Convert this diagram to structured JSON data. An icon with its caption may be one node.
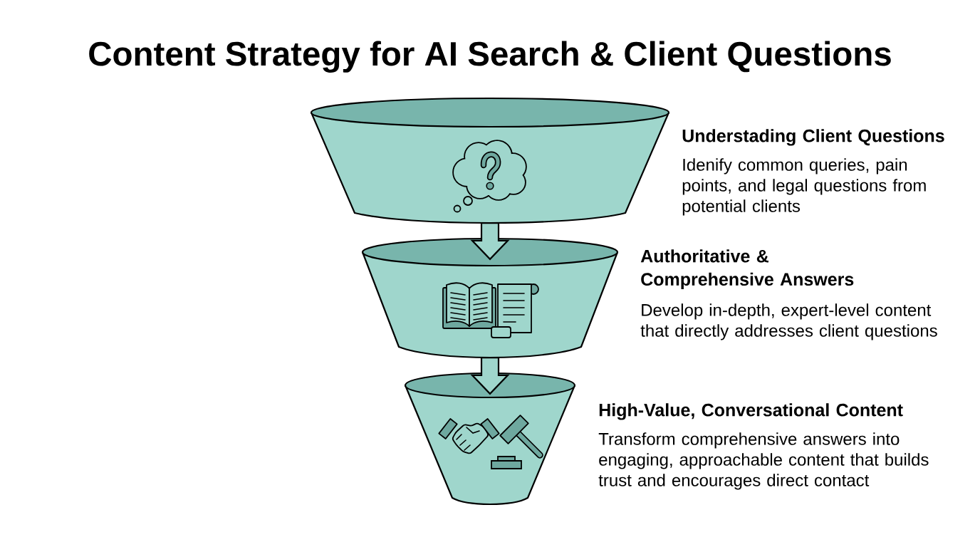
{
  "diagram": {
    "title": "Content Strategy for AI Search & Client Questions",
    "nodes": [
      {
        "text": [
          "Understading Client Questions",
          "Idenify common queries, pain points, and legal questions from potential clients"
        ]
      },
      {
        "text": [
          "Authoritative & Comprehensive Answers",
          "Develop in-depth, expert-level content that directly addresses client questions"
        ]
      },
      {
        "text": [
          "High-Value, Conversational Content",
          "Transform comprehensive answers into engaging, approachable content that builds trust and encourages direct contact"
        ]
      }
    ],
    "edges": [
      {
        "from": 0,
        "to": 1,
        "arrow": "to"
      },
      {
        "from": 1,
        "to": 2,
        "arrow": "to"
      }
    ]
  }
}
